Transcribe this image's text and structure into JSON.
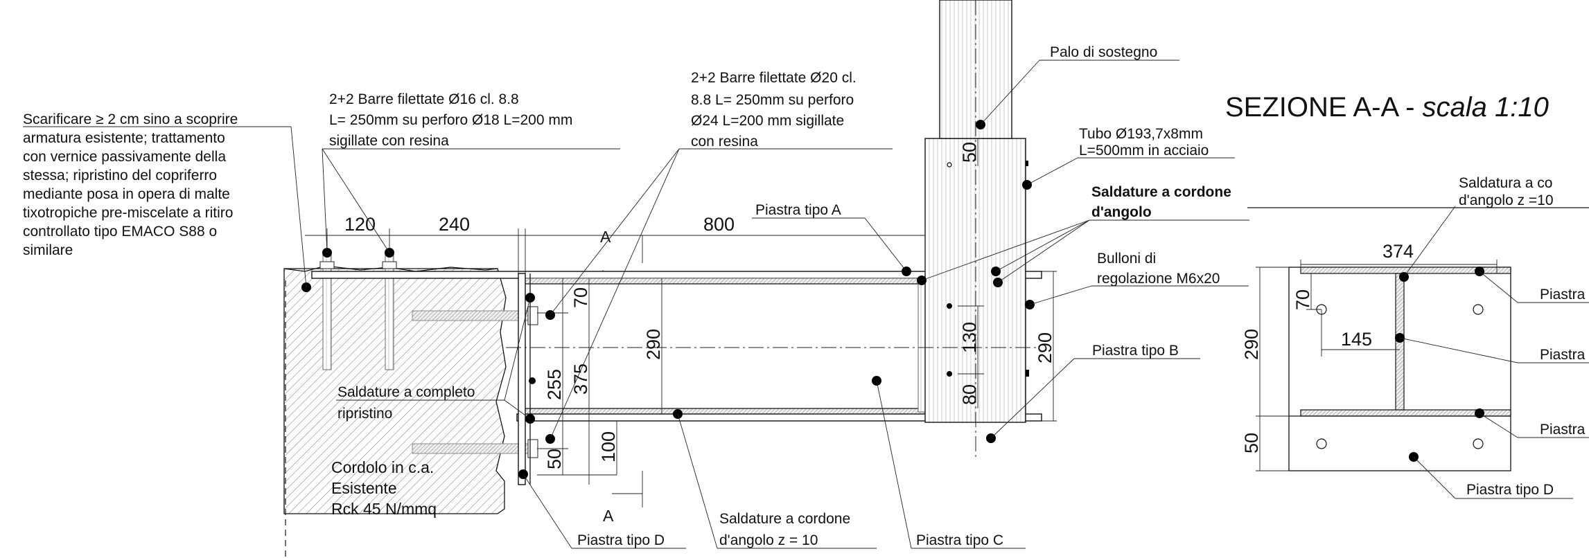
{
  "section_title": {
    "main": "SEZIONE A-A - ",
    "scale": "scala 1:10"
  },
  "notes": {
    "scarificare": [
      "Scarificare  ≥ 2 cm sino a scoprire",
      "armatura esistente; trattamento",
      "con vernice passivamente  della",
      "stessa; ripristino del copriferro",
      "mediante posa in opera di malte",
      "tixotropiche pre-miscelate a ritiro",
      "controllato  tipo EMACO S88 o",
      "similare"
    ],
    "barre16": [
      "2+2 Barre filettate Ø16 cl. 8.8",
      "L= 250mm su perforo Ø18 L=200 mm",
      "sigillate con resina"
    ],
    "barre20": [
      "2+2 Barre filettate Ø20 cl.",
      "8.8 L= 250mm su perforo",
      "Ø24 L=200 mm sigillate",
      "con resina"
    ],
    "palo": "Palo di sostegno",
    "tubo": [
      "Tubo Ø193,7x8mm",
      "L=500mm in acciaio"
    ],
    "saldature_angolo": [
      "Saldature a cordone",
      "d'angolo"
    ],
    "bulloni": [
      "Bulloni di",
      "regolazione M6x20"
    ],
    "piastra_a": "Piastra tipo A",
    "piastra_b": "Piastra tipo B",
    "piastra_c": "Piastra tipo C",
    "piastra_d": "Piastra tipo D",
    "saldature_completo": [
      "Saldature a completo",
      "ripristino"
    ],
    "cordolo": [
      "Cordolo in c.a.",
      "Esistente",
      "Rck 45 N/mmq"
    ],
    "saldature_z10": [
      "Saldature a cordone",
      "d'angolo z = 10"
    ],
    "section_mark": "A"
  },
  "dims": {
    "d120": "120",
    "d240": "240",
    "d800": "800",
    "d290_left": "290",
    "d290_right": "290",
    "d70": "70",
    "d255": "255",
    "d375": "375",
    "d50": "50",
    "d100": "100",
    "d130": "130",
    "d80": "80",
    "d50_tube": "50"
  },
  "section": {
    "saldatura_top": [
      "Saldatura a co",
      "d'angolo z =10"
    ],
    "d374": "374",
    "d70": "70",
    "d145": "145",
    "d290": "290",
    "d50": "50",
    "piastra_r1": "Piastra",
    "piastra_r2": "Piastra",
    "piastra_r3": "Piastra",
    "piastra_d": "Piastra tipo D"
  }
}
